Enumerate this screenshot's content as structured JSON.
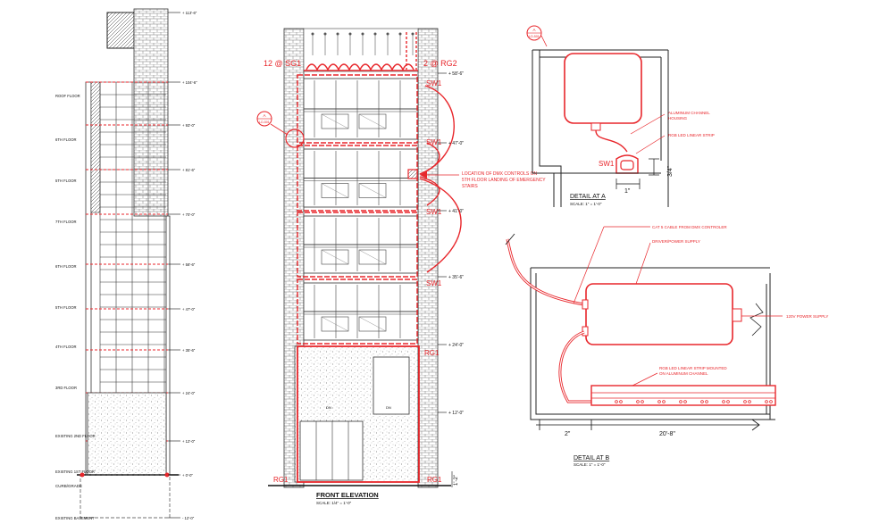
{
  "colors": {
    "ink": "#111111",
    "redline": "#e8262b",
    "paper": "#ffffff"
  },
  "side_elevation": {
    "floor_labels": [
      "ROOF FLOOR",
      "6TH FLOOR",
      "5TH FLOOR",
      "7TH FLOOR",
      "6TH FLOOR",
      "5TH FLOOR",
      "4TH FLOOR",
      "3RD FLOOR",
      "EXISTING 2ND FLOOR",
      "EXISTING 1ST FLOOR",
      "EXISTING BASEMENT"
    ],
    "level_marks": [
      "+ 113'-6\"",
      "+ 104'-6\"",
      "+ 93'-0\"",
      "+ 81'-6\"",
      "+ 70'-0\"",
      "+ 58'-6\"",
      "+ 47'-0\"",
      "+ 35'-6\"",
      "+ 24'-0\"",
      "+ 12'-0\"",
      "+ 0'-0\"",
      "- 12'-0\""
    ],
    "ground_label": "CURB/GRADE"
  },
  "front_elevation": {
    "title": "FRONT ELEVATION",
    "scale": "SCALE: 1/4\" = 1'-0\"",
    "tags": {
      "top_left": "12 @ SG1",
      "top_right": "2 @ RG2",
      "sw": "SW1",
      "rg_top": "RG1",
      "rg_bottom_left": "RG1",
      "rg_bottom_right": "RG1"
    },
    "detail_bubble": "A",
    "detail_bubble_sheet": "LD-501",
    "callout": "LOCATION OF DMX CONTROLS ON 5TH FLOOR LANDING OF EMERGENCY STAIRS",
    "levels": [
      "+ 58'-6\"",
      "+ 47'-0\"",
      "+ 41'-0\"",
      "+ 35'-6\"",
      "+ 24'-0\"",
      "+ 12'-0\""
    ],
    "bottom_dim": "1'-2\"",
    "door_labels": [
      "DN",
      "DN"
    ]
  },
  "detail_a": {
    "title": "DETAIL AT A",
    "scale": "SCALE: 1\" = 1'-0\"",
    "bubble": "A",
    "bubble_sheet": "LD-501",
    "label_housing": "ALUMINUM CHANNEL HOUSING",
    "label_strip": "RGB LED LINEAR STRIP",
    "tag": "SW1",
    "dim_height": "3/4\"",
    "dim_width": "1\""
  },
  "detail_b": {
    "title": "DETAIL AT B",
    "scale": "SCALE: 1\" = 1'-0\"",
    "label_cable": "CAT 5 CABLE FROM DMX CONTROLER",
    "label_driver": "DRIVER/POWER SUPPLY",
    "label_power": "120V POWER SUPPLY",
    "label_strip": "RGB LED LINEAR STRIP MOUNTED ON ALUMINUM CHANNEL",
    "dim_left": "2\"",
    "dim_right": "20'-8\""
  }
}
